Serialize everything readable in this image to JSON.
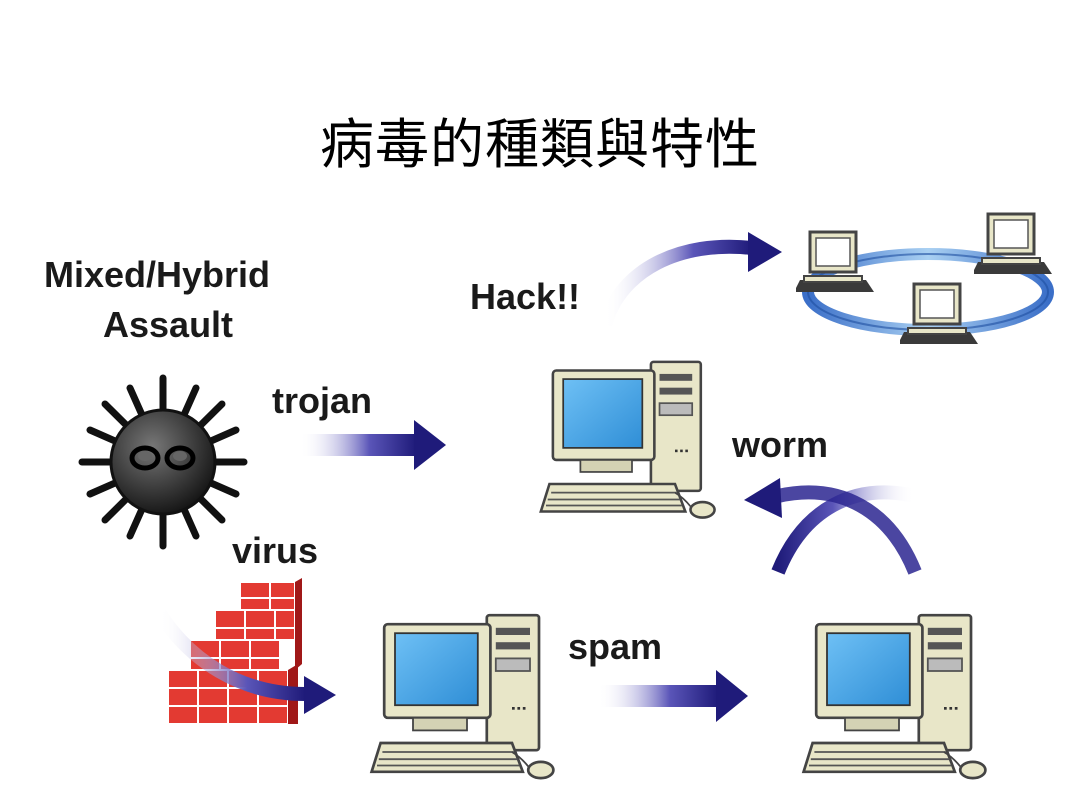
{
  "slide": {
    "title": "病毒的種類與特性"
  },
  "labels": {
    "mixed_line1": "Mixed/Hybrid",
    "mixed_line2": "Assault",
    "hack": "Hack!!",
    "trojan": "trojan",
    "worm": "worm",
    "virus": "virus",
    "spam": "spam"
  },
  "colors": {
    "arrow": "#1f1b7a",
    "screen": "#4aa6e8",
    "case": "#e8e6c8",
    "brick": "#e03030",
    "ring": "#4a86d8",
    "virus_body": "#2a2a2a"
  },
  "icons": [
    "virus-icon",
    "firewall-icon",
    "computer-icon",
    "network-ring-icon"
  ]
}
